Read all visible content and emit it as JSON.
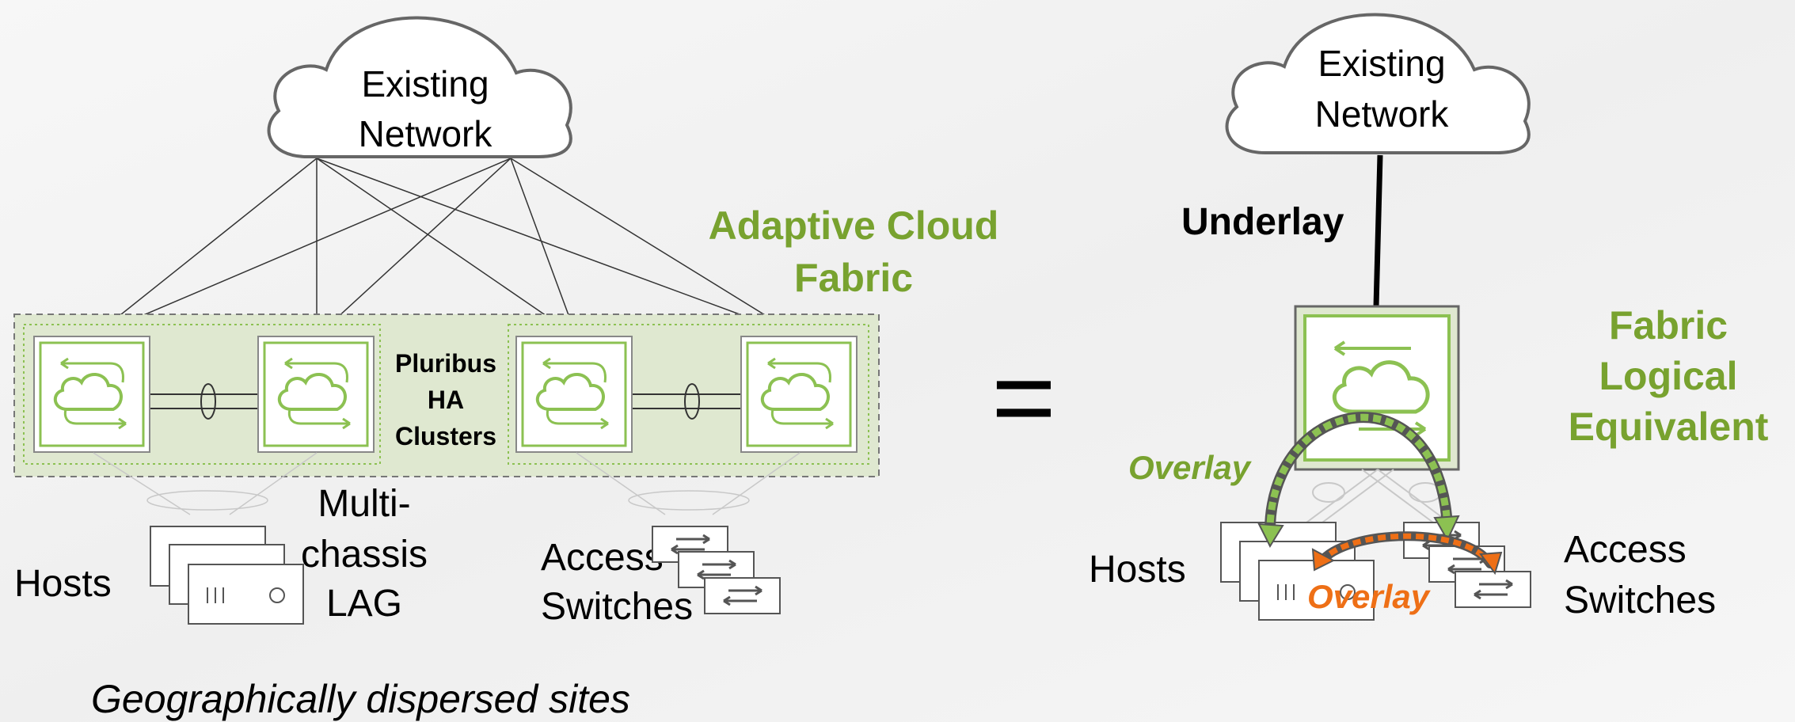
{
  "left": {
    "cloud_line1": "Existing",
    "cloud_line2": "Network",
    "fabric_title_line1": "Adaptive Cloud",
    "fabric_title_line2": "Fabric",
    "cluster_line1": "Pluribus",
    "cluster_line2": "HA",
    "cluster_line3": "Clusters",
    "lag_line1": "Multi-",
    "lag_line2": "chassis",
    "lag_line3": "LAG",
    "hosts_label": "Hosts",
    "access_line1": "Access",
    "access_line2": "Switches",
    "caption": "Geographically dispersed sites"
  },
  "equals": "=",
  "right": {
    "cloud_line1": "Existing",
    "cloud_line2": "Network",
    "underlay_label": "Underlay",
    "equiv_line1": "Fabric",
    "equiv_line2": "Logical",
    "equiv_line3": "Equivalent",
    "overlay_green": "Overlay",
    "overlay_orange": "Overlay",
    "hosts_label": "Hosts",
    "access_line1": "Access",
    "access_line2": "Switches"
  },
  "colors": {
    "brand_green": "#78a22f",
    "light_green": "#8cc152",
    "fabric_bg": "#dfe8d0",
    "overlay_orange": "#ee6f16",
    "text": "#000000"
  },
  "icons": [
    "cloud-icon",
    "fabric-switch-icon",
    "server-icon",
    "access-switch-icon"
  ]
}
